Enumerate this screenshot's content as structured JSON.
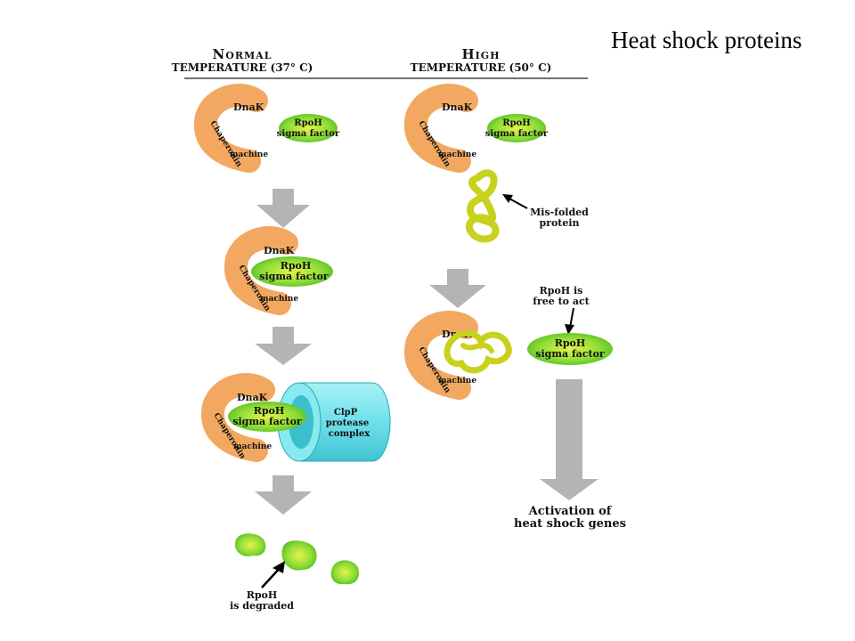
{
  "slide_title": "Heat shock proteins",
  "columns": {
    "normal": {
      "line1": "Normal",
      "line2": "temperature (37° C)"
    },
    "high": {
      "line1": "High",
      "line2": "temperature (50° C)"
    }
  },
  "labels": {
    "dnak": "DnaK",
    "chaperonin_1": "Chaperonin",
    "chaperonin_2": "machine",
    "rpoh_1": "RpoH",
    "rpoh_2": "sigma factor",
    "clpp_1": "ClpP",
    "clpp_2": "protease",
    "clpp_3": "complex",
    "misfolded_1": "Mis-folded",
    "misfolded_2": "protein",
    "rpoh_free_1": "RpoH is",
    "rpoh_free_2": "free to act",
    "degraded_1": "RpoH",
    "degraded_2": "is degraded",
    "activation_1": "Activation of",
    "activation_2": "heat shock genes"
  },
  "colors": {
    "dnak": "#f2a860",
    "rpoh": "#7ed63a",
    "clpp": "#6fe0ea",
    "misfolded": "#c8d21e",
    "arrow": "#b4b4b4"
  }
}
